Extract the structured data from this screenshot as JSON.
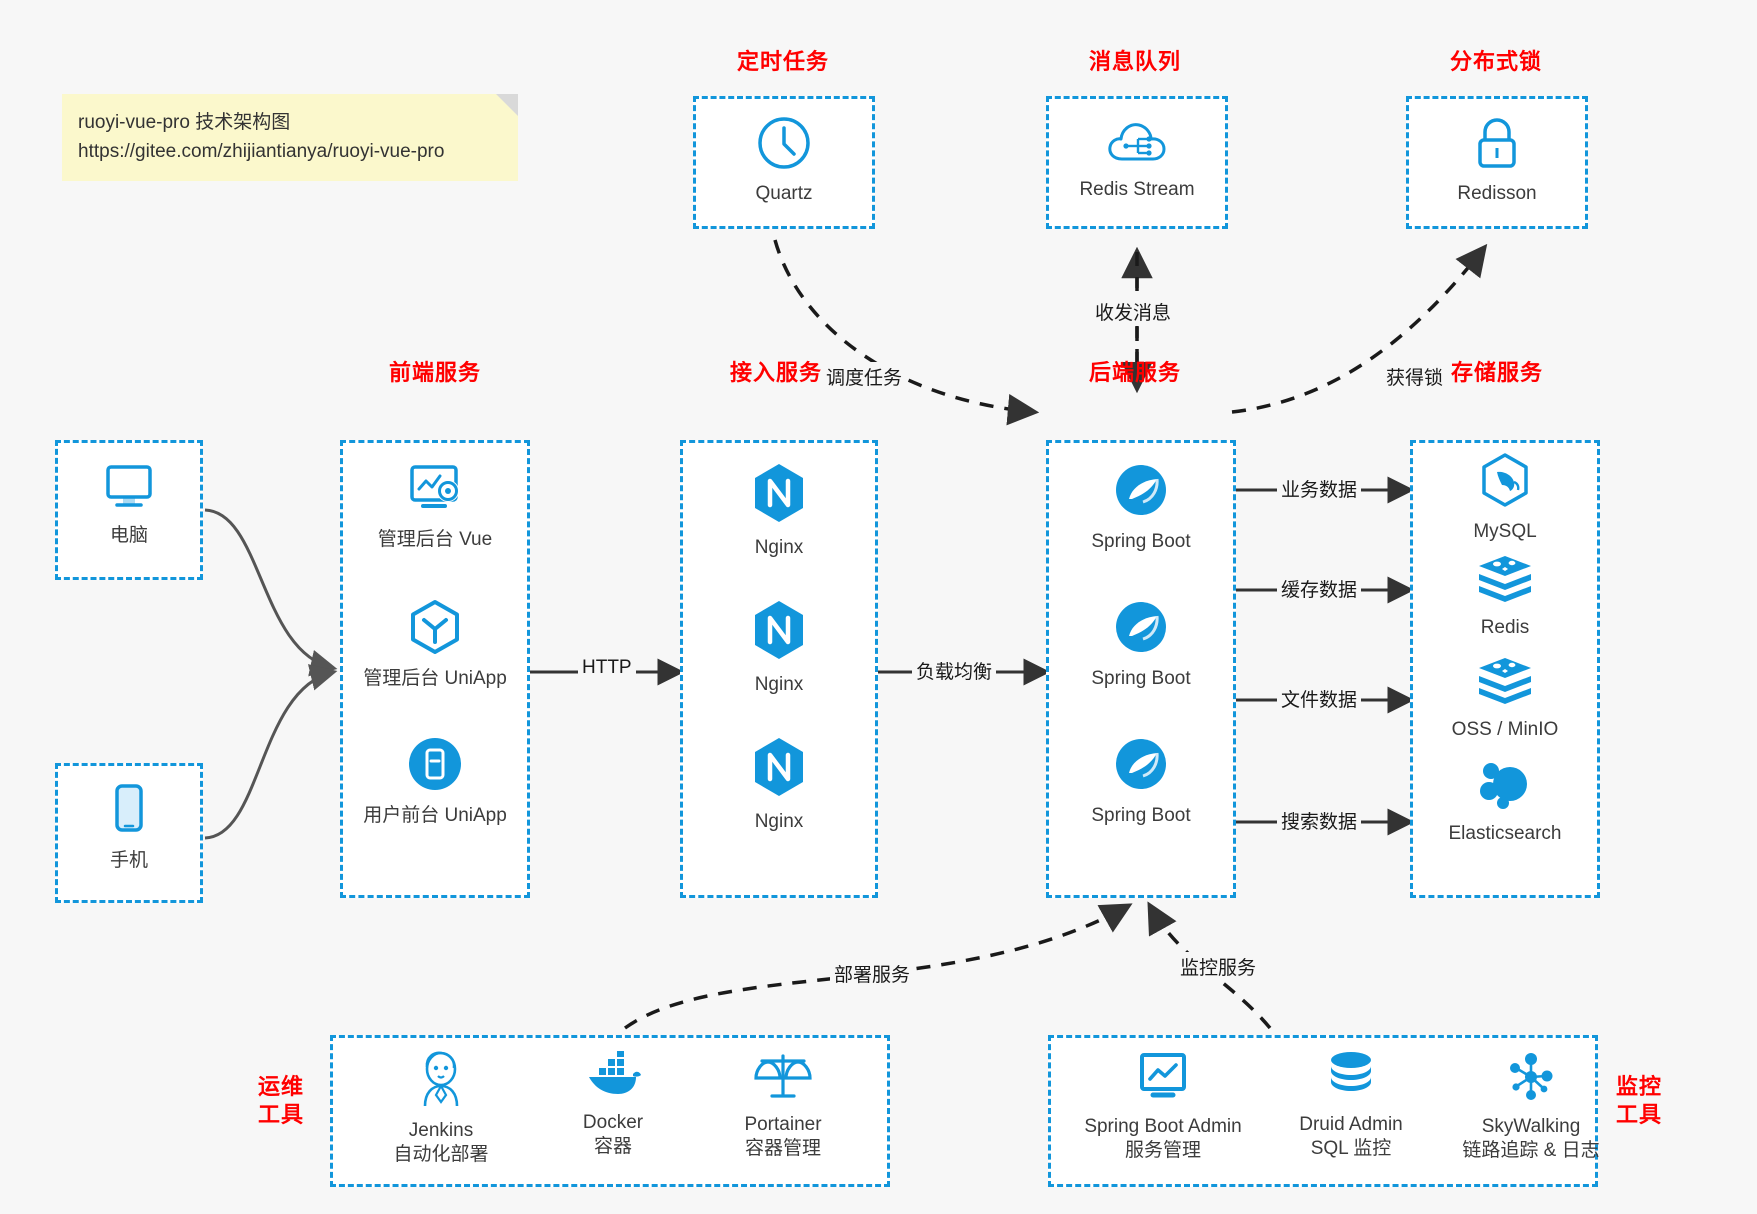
{
  "note": {
    "line1": "ruoyi-vue-pro 技术架构图",
    "line2": "https://gitee.com/zhijiantianya/ruoyi-vue-pro"
  },
  "groups": {
    "scheduler": {
      "title": "定时任务",
      "nodes": [
        {
          "label": "Quartz",
          "icon": "clock-icon"
        }
      ]
    },
    "mq": {
      "title": "消息队列",
      "nodes": [
        {
          "label": "Redis Stream",
          "icon": "cloud-network-icon"
        }
      ]
    },
    "lock": {
      "title": "分布式锁",
      "nodes": [
        {
          "label": "Redisson",
          "icon": "padlock-icon"
        }
      ]
    },
    "client_pc": {
      "title": "",
      "nodes": [
        {
          "label": "电脑",
          "icon": "desktop-monitor-icon"
        }
      ]
    },
    "client_mob": {
      "title": "",
      "nodes": [
        {
          "label": "手机",
          "icon": "smartphone-icon"
        }
      ]
    },
    "frontend": {
      "title": "前端服务",
      "nodes": [
        {
          "label": "管理后台 Vue",
          "icon": "screen-gear-icon"
        },
        {
          "label": "管理后台 UniApp",
          "icon": "hexagon-y-icon"
        },
        {
          "label": "用户前台 UniApp",
          "icon": "mobile-circle-icon"
        }
      ]
    },
    "gateway": {
      "title": "接入服务",
      "nodes": [
        {
          "label": "Nginx",
          "icon": "nginx-icon"
        },
        {
          "label": "Nginx",
          "icon": "nginx-icon"
        },
        {
          "label": "Nginx",
          "icon": "nginx-icon"
        }
      ]
    },
    "backend": {
      "title": "后端服务",
      "nodes": [
        {
          "label": "Spring Boot",
          "icon": "spring-leaf-icon"
        },
        {
          "label": "Spring Boot",
          "icon": "spring-leaf-icon"
        },
        {
          "label": "Spring Boot",
          "icon": "spring-leaf-icon"
        }
      ]
    },
    "storage": {
      "title": "存储服务",
      "nodes": [
        {
          "label": "MySQL",
          "icon": "mysql-dolphin-icon"
        },
        {
          "label": "Redis",
          "icon": "redis-stack-icon"
        },
        {
          "label": "OSS / MinIO",
          "icon": "redis-stack-icon"
        },
        {
          "label": "Elasticsearch",
          "icon": "elasticsearch-icon"
        }
      ]
    },
    "devops": {
      "title": "运维\n工具",
      "title_lines": [
        "运维",
        "工具"
      ],
      "nodes": [
        {
          "label": "Jenkins",
          "sub": "自动化部署",
          "icon": "jenkins-butler-icon"
        },
        {
          "label": "Docker",
          "sub": "容器",
          "icon": "docker-whale-icon"
        },
        {
          "label": "Portainer",
          "sub": "容器管理",
          "icon": "scales-icon"
        }
      ]
    },
    "monitor": {
      "title": "监控\n工具",
      "title_lines": [
        "监控",
        "工具"
      ],
      "nodes": [
        {
          "label": "Spring Boot Admin",
          "sub": "服务管理",
          "icon": "monitor-chart-icon"
        },
        {
          "label": "Druid Admin",
          "sub": "SQL 监控",
          "icon": "database-icon"
        },
        {
          "label": "SkyWalking",
          "sub": "链路追踪 & 日志",
          "icon": "skywalking-nodes-icon"
        }
      ]
    }
  },
  "edges": [
    {
      "label": "调度任务"
    },
    {
      "label": "收发消息"
    },
    {
      "label": "获得锁"
    },
    {
      "label": "HTTP"
    },
    {
      "label": "负载均衡"
    },
    {
      "label": "业务数据"
    },
    {
      "label": "缓存数据"
    },
    {
      "label": "文件数据"
    },
    {
      "label": "搜索数据"
    },
    {
      "label": "部署服务"
    },
    {
      "label": "监控服务"
    }
  ],
  "colors": {
    "accent": "#1296db",
    "title": "#ff0000",
    "background": "#f7f7f7",
    "arrow": "#333333",
    "note": "#fbf8cc"
  }
}
